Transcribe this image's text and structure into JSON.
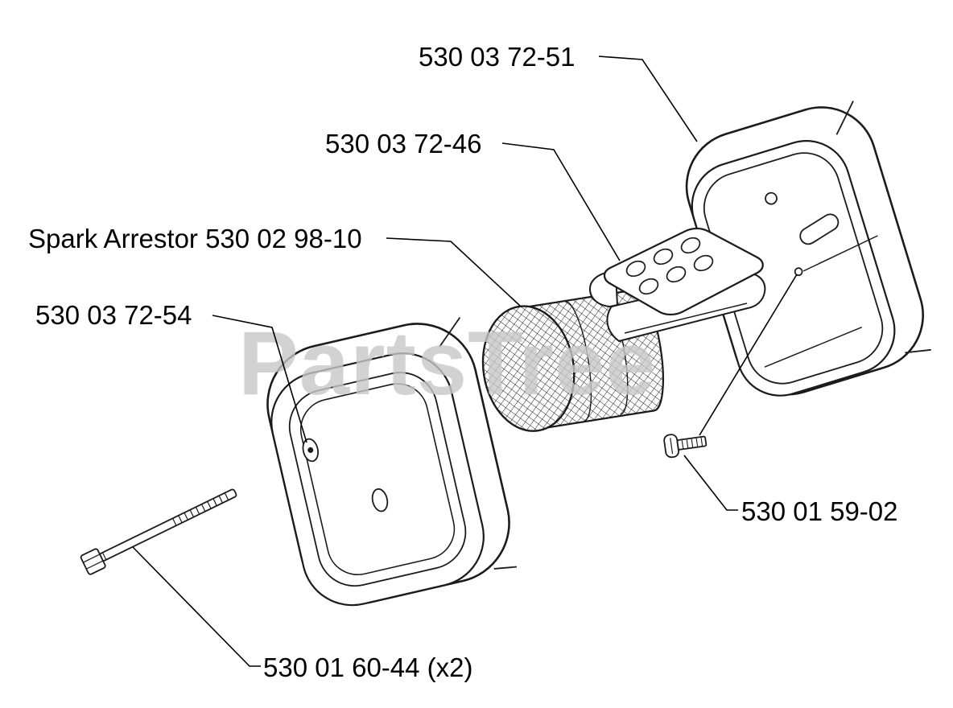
{
  "diagram": {
    "watermark": "PartsTree",
    "labels": {
      "rear_body": "530 03 72-51",
      "baffle": "530 03 72-46",
      "spark_arrestor": "Spark Arrestor 530 02 98-10",
      "cover": "530 03 72-54",
      "screw": "530 01 59-02",
      "bolt": "530 01 60-44 (x2)"
    },
    "colors": {
      "line": "#1b1b1b",
      "watermark": "#c7c7c7",
      "background": "#ffffff"
    }
  }
}
